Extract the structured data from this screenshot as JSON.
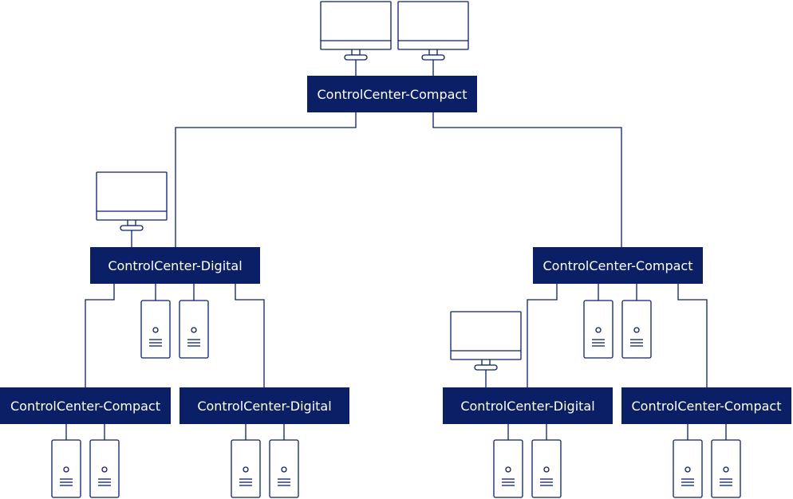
{
  "nodes": {
    "root": {
      "label": "ControlCenter-Compact"
    },
    "left": {
      "label": "ControlCenter-Digital"
    },
    "right": {
      "label": "ControlCenter-Compact"
    },
    "left_left": {
      "label": "ControlCenter-Compact"
    },
    "left_right": {
      "label": "ControlCenter-Digital"
    },
    "right_left": {
      "label": "ControlCenter-Digital"
    },
    "right_right": {
      "label": "ControlCenter-Compact"
    }
  },
  "icons": {
    "monitor": "monitor-icon",
    "computer": "pc-tower-icon"
  },
  "colors": {
    "node_fill": "#0b1f66",
    "node_text": "#ffffff",
    "line": "#0b1f66",
    "background": "#ffffff"
  }
}
